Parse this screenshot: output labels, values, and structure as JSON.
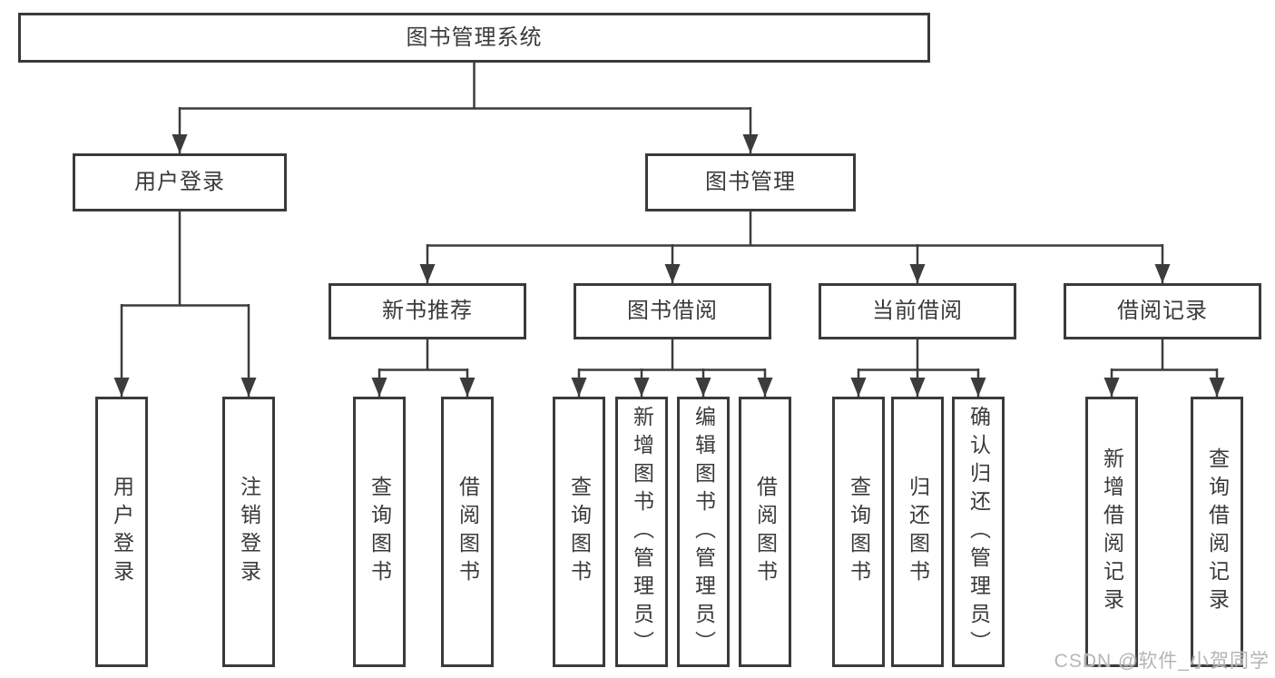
{
  "title": "图书管理系统",
  "level2": [
    {
      "label": "用户登录"
    },
    {
      "label": "图书管理"
    }
  ],
  "level3": [
    {
      "label": "新书推荐"
    },
    {
      "label": "图书借阅"
    },
    {
      "label": "当前借阅"
    },
    {
      "label": "借阅记录"
    }
  ],
  "leaves": {
    "login": [
      "用户登录",
      "注销登录"
    ],
    "recommend": [
      "查询图书",
      "借阅图书"
    ],
    "borrow": [
      "查询图书",
      "新增图书（管理员）",
      "编辑图书（管理员）",
      "借阅图书"
    ],
    "current": [
      "查询图书",
      "归还图书",
      "确认归还（管理员）"
    ],
    "records": [
      "新增借阅记录",
      "查询借阅记录"
    ]
  },
  "watermark": "CSDN @软件_小贺同学",
  "colors": {
    "line": "#3c3c3c",
    "box_border": "#3a3a3a",
    "text": "#3a3a3a",
    "watermark": "#b5b5b5",
    "background": "#ffffff"
  }
}
